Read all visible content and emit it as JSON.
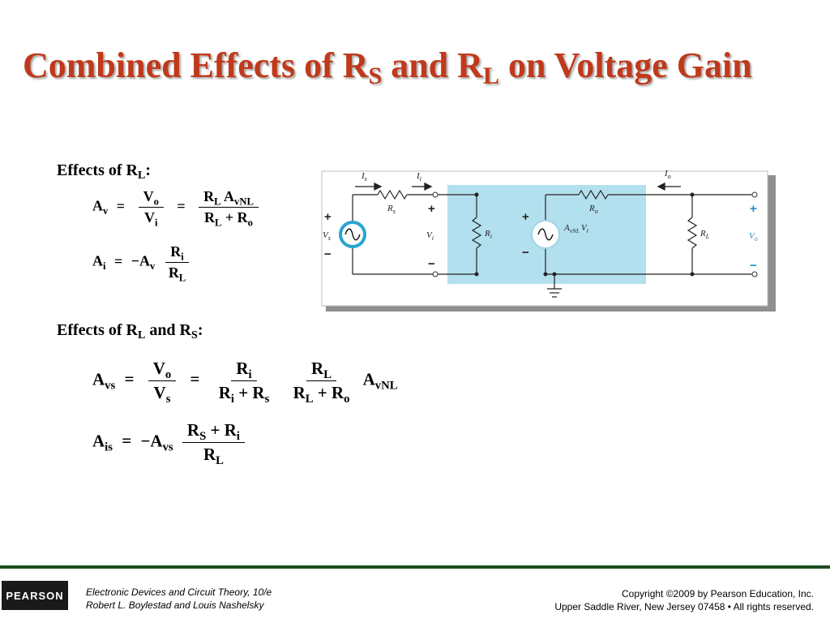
{
  "title": {
    "pre": "Combined Effects of R",
    "sub1": "S",
    "mid": " and R",
    "sub2": "L",
    "post": " on Voltage Gain"
  },
  "section1": {
    "heading_pre": "Effects of R",
    "heading_sub": "L",
    "heading_post": ":"
  },
  "section2": {
    "heading_pre": "Effects of R",
    "heading_sub1": "L",
    "heading_mid": " and R",
    "heading_sub2": "S",
    "heading_post": ":"
  },
  "eq_av": {
    "lhs": "A",
    "lhs_sub": "v",
    "frac1_num": "V",
    "frac1_num_sub": "o",
    "frac1_den": "V",
    "frac1_den_sub": "i",
    "frac2_num_a": "R",
    "frac2_num_a_sub": "L",
    "frac2_num_b": "A",
    "frac2_num_b_sub": "vNL",
    "frac2_den_a": "R",
    "frac2_den_a_sub": "L",
    "frac2_den_b": "R",
    "frac2_den_b_sub": "o"
  },
  "eq_ai": {
    "lhs": "A",
    "lhs_sub": "i",
    "rhs": "−A",
    "rhs_sub": "v",
    "frac_num": "R",
    "frac_num_sub": "i",
    "frac_den": "R",
    "frac_den_sub": "L"
  },
  "eq_avs": {
    "lhs": "A",
    "lhs_sub": "vs",
    "f1_num": "V",
    "f1_num_sub": "o",
    "f1_den": "V",
    "f1_den_sub": "s",
    "f2_num": "R",
    "f2_num_sub": "i",
    "f2_den_a": "R",
    "f2_den_a_sub": "i",
    "f2_den_b": "R",
    "f2_den_b_sub": "s",
    "f3_num": "R",
    "f3_num_sub": "L",
    "f3_den_a": "R",
    "f3_den_a_sub": "L",
    "f3_den_b": "R",
    "f3_den_b_sub": "o",
    "tail": "A",
    "tail_sub": "vNL"
  },
  "eq_ais": {
    "lhs": "A",
    "lhs_sub": "is",
    "rhs": "−A",
    "rhs_sub": "vs",
    "num_a": "R",
    "num_a_sub": "S",
    "num_b": "R",
    "num_b_sub": "i",
    "den": "R",
    "den_sub": "L"
  },
  "operators": {
    "equals": "=",
    "plus": "+"
  },
  "circuit": {
    "Is": "I",
    "Is_sub": "s",
    "Ii": "I",
    "Ii_sub": "i",
    "Io": "I",
    "Io_sub": "o",
    "Rs": "R",
    "Rs_sub": "s",
    "Ri": "R",
    "Ri_sub": "i",
    "Ro": "R",
    "Ro_sub": "o",
    "RL": "R",
    "RL_sub": "L",
    "Vs": "V",
    "Vs_sub": "s",
    "Vi": "V",
    "Vi_sub": "i",
    "Vo": "V",
    "Vo_sub": "o",
    "src": "A",
    "src_sub1": "v",
    "src_sub2": "NL",
    "src_tail": "V",
    "src_tail_sub": "i",
    "plus": "+",
    "minus": "−",
    "box_color": "#b3e0ee",
    "source_color": "#2aa4cf",
    "vo_color": "#1e8fc4"
  },
  "footer": {
    "logo": "PEARSON",
    "book_line1": "Electronic Devices and Circuit Theory, 10/e",
    "book_line2": "Robert L. Boylestad and Louis Nashelsky",
    "copy_line1": "Copyright ©2009 by Pearson Education, Inc.",
    "copy_line2": "Upper Saddle River, New Jersey 07458 • All rights reserved."
  }
}
